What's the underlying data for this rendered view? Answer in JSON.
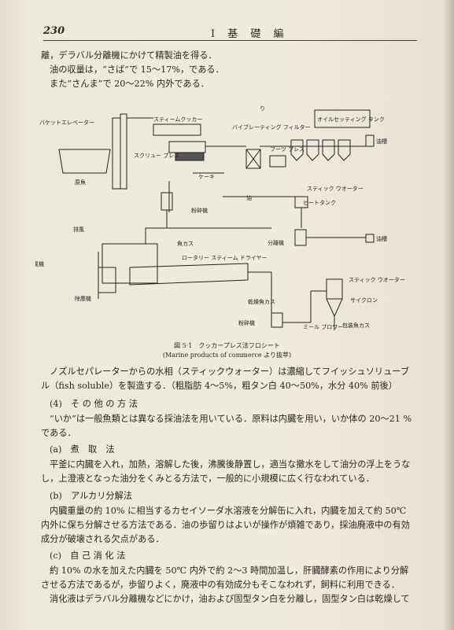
{
  "header": {
    "page_number": "230",
    "running_title": "I 基 礎 編"
  },
  "top_lines": [
    "離，デラバル分離機にかけて精製油を得る．",
    "油の収量は，“さば”で 15～17%，である．",
    "また“さんま”で 20～22% 内外である．"
  ],
  "figure": {
    "labels": {
      "bucket_elevator": "バケットエレベーター",
      "steam_cooker": "スティームクッカー",
      "screw_press": "スクリュー\nプレス",
      "raw_fish": "原魚",
      "cake": "ケーキ",
      "vibrating_filter": "バイブレーティング\nフィルター",
      "foots_press": "フーツ\nプレス",
      "oil_setting_tank": "オイルセッティング\nタンク",
      "oil_tank": "油槽",
      "stick_water": "スティック ウオーター",
      "heat_tank": "ヒートタンク",
      "oil": "油",
      "crusher": "粉砕機",
      "fish_cake_top": "魚カス",
      "exhaust": "排風",
      "exhaust_fan": "排風機",
      "separator": "分離機",
      "oil_tank2": "油槽",
      "dust_collector": "除塵機",
      "rotary_dryer": "ロータリー スティーム ドライヤー",
      "stick_water2": "スティック\nウオーター",
      "cyclone": "サイクロン",
      "dry_fish_cake": "乾燥魚カス",
      "crusher2": "粉砕機",
      "mill_blower": "ミール\nブロワー",
      "packed_fish_cake": "包装魚カス",
      "ri": "り"
    },
    "caption_line1": "図 5·1　クッカープレス法フロシート",
    "caption_line2": "(Marine products of commerce より抜萃)"
  },
  "body_lines": [
    "ノズルセパレーターからの水相（スティックウォーター）は濃縮してフイッシュソリューブ",
    "ル（fish soluble）を製造する．（粗脂肪 4～5%，粗タン白 40～50%，水分 40% 前後）"
  ],
  "sec4": "(4)　そ の 他 の 方 法",
  "sec4_lines": [
    "“いか”は一般魚類とは異なる採油法を用いている．原料は内臓を用い，いか体の 20～21 %",
    "である．"
  ],
  "seca": "(a)　煮　取　法",
  "seca_lines": [
    "平釜に内臓を入れ，加熱，溶解した後，沸騰後静置し，適当な撒水をして油分の浮上をうな",
    "し，上澄液となった油分をくみとる方法で，一般的に小規模に広く行なわれている．"
  ],
  "secb": "(b)　アルカリ分解法",
  "secb_lines": [
    "内臓重量の約 10% に相当するカセイソーダ水溶液を分解缶に入れ，内臓を加えて約 50℃",
    "内外に保ち分解させる方法である．油の歩留りはよいが操作が煩雑であり，採油廃液中の有効",
    "成分が破壊される欠点がある．"
  ],
  "secc": "(c)　自 己 消 化 法",
  "secc_lines": [
    "約 10% の水を加えた内臓を 50℃ 内外で約 2～3 時間加温し，肝臓酵素の作用により分解",
    "させる方法であるが，歩留りよく，廃液中の有効成分もそこなわれず，飼料に利用できる．",
    "消化液はデラバル分離機などにかけ，油および固型タン白を分離し，固型タン白は乾燥して"
  ]
}
